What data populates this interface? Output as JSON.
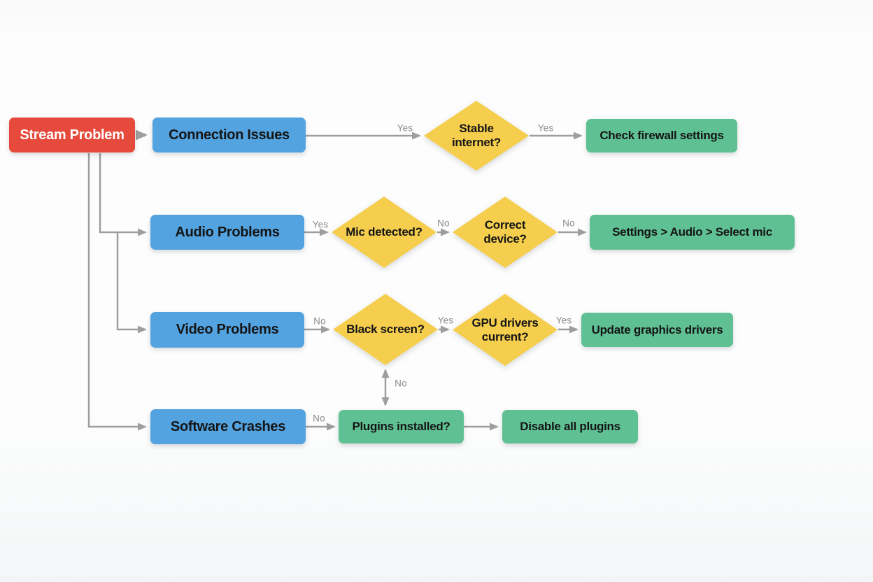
{
  "diagram": {
    "root": {
      "label": "Stream Problem"
    },
    "categories": {
      "connection": "Connection Issues",
      "audio": "Audio Problems",
      "video": "Video Problems",
      "software": "Software Crashes"
    },
    "decisions": {
      "internet": "Stable internet?",
      "mic": "Mic detected?",
      "device": "Correct device?",
      "black_screen": "Black screen?",
      "gpu": "GPU drivers current?"
    },
    "actions": {
      "firewall": "Check firewall settings",
      "select_mic": "Settings > Audio > Select mic",
      "update_drivers": "Update graphics drivers",
      "plugins": "Plugins installed?",
      "disable_plugins": "Disable all plugins"
    },
    "edge_labels": {
      "connection_to_internet": "Yes",
      "internet_to_firewall": "Yes",
      "audio_to_mic": "Yes",
      "mic_to_device": "No",
      "device_to_select_mic": "No",
      "video_to_black_screen": "No",
      "black_screen_to_gpu": "Yes",
      "gpu_to_update": "Yes",
      "black_screen_to_plugins": "No",
      "software_to_plugins": "No"
    },
    "colors": {
      "root_box": "#e64a3c",
      "category_box": "#53a3e0",
      "decision_diamond": "#f6ce4e",
      "action_box": "#5fc193",
      "connector": "#9e9e9e",
      "edge_label_text": "#8b8b8b",
      "box_text": "#151515",
      "root_text": "#ffffff"
    }
  }
}
